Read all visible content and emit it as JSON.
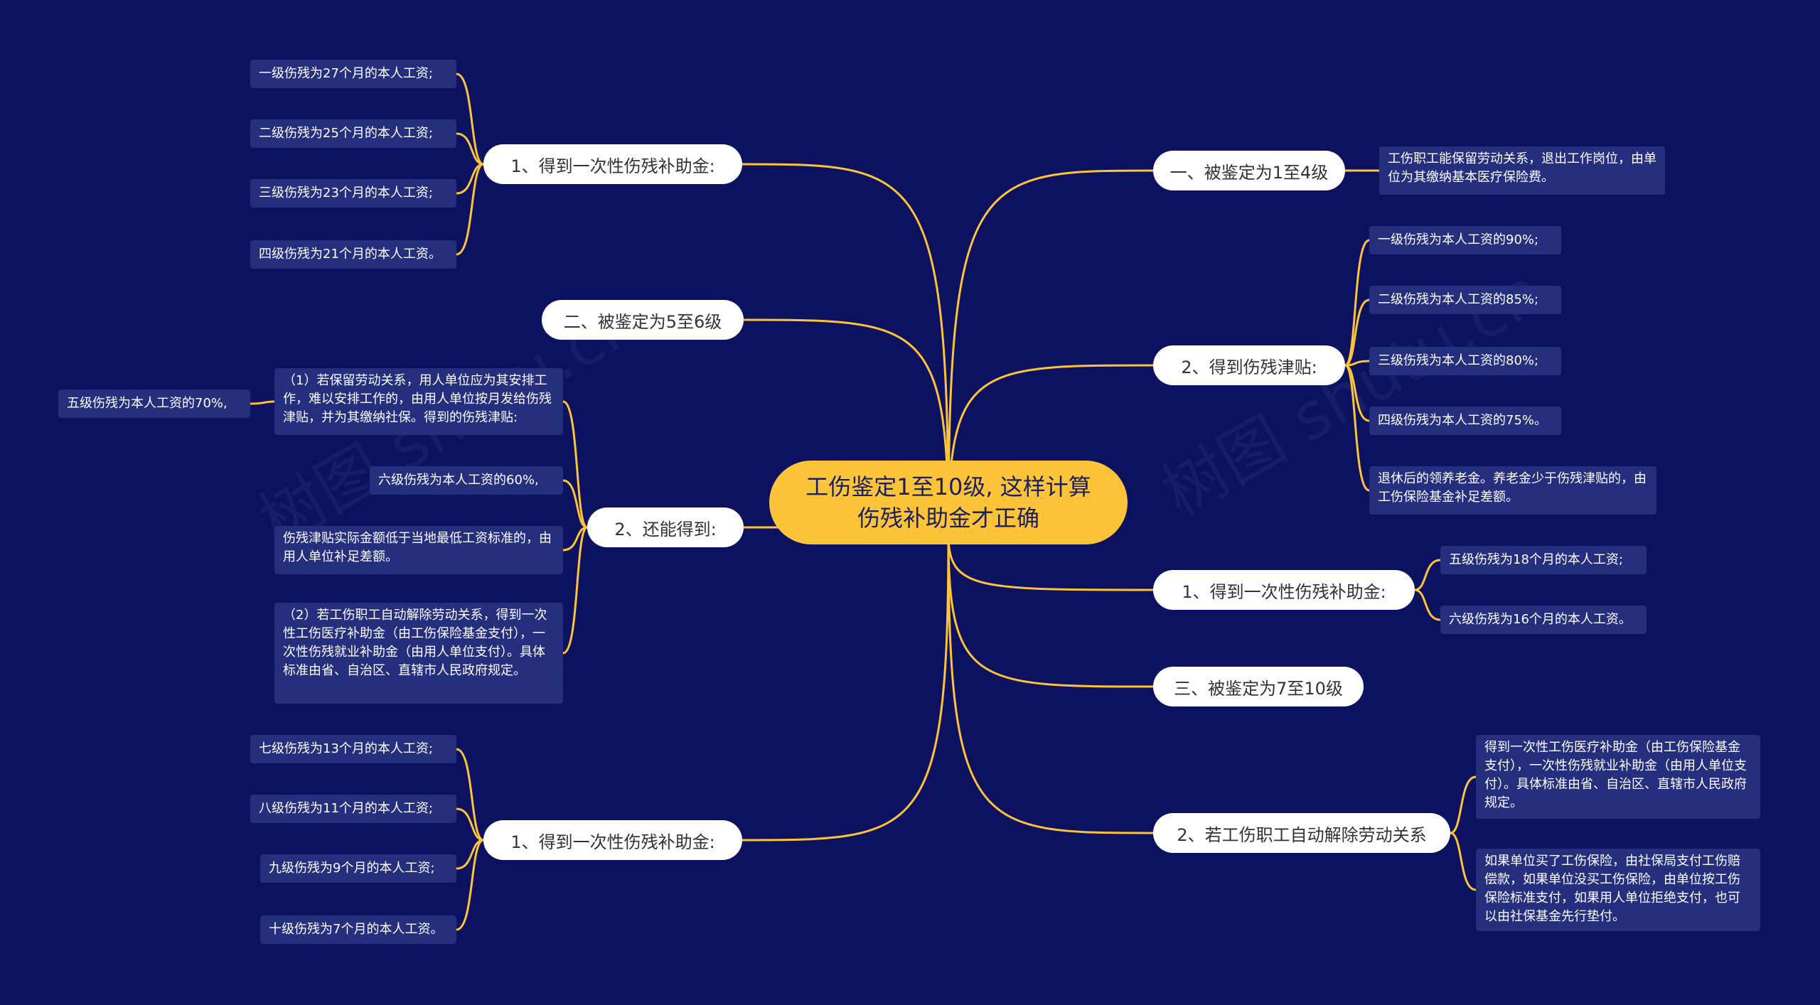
{
  "root": {
    "label": "工伤鉴定1至10级, 这样计算伤残补助金才正确"
  },
  "left": {
    "group1": {
      "label": "1、得到一次性伤残补助金:",
      "items": [
        "一级伤残为27个月的本人工资;",
        "二级伤残为25个月的本人工资;",
        "三级伤残为23个月的本人工资;",
        "四级伤残为21个月的本人工资。"
      ]
    },
    "group2": {
      "label": "二、被鉴定为5至6级"
    },
    "group3": {
      "label": "2、还能得到:",
      "items": [
        "（1）若保留劳动关系，用人单位应为其安排工作，难以安排工作的，由用人单位按月发给伤残津贴，并为其缴纳社保。得到的伤残津贴:",
        "六级伤残为本人工资的60%,",
        "伤残津贴实际金额低于当地最低工资标准的，由用人单位补足差额。",
        "（2）若工伤职工自动解除劳动关系，得到一次性工伤医疗补助金（由工伤保险基金支付），一次性伤残就业补助金（由用人单位支付）。具体标准由省、自治区、直辖市人民政府规定。"
      ],
      "sub": "五级伤残为本人工资的70%,"
    },
    "group4": {
      "label": "1、得到一次性伤残补助金:",
      "items": [
        "七级伤残为13个月的本人工资;",
        "八级伤残为11个月的本人工资;",
        "九级伤残为9个月的本人工资;",
        "十级伤残为7个月的本人工资。"
      ]
    }
  },
  "right": {
    "group1": {
      "label": "一、被鉴定为1至4级",
      "items": [
        "工伤职工能保留劳动关系，退出工作岗位，由单位为其缴纳基本医疗保险费。"
      ]
    },
    "group2": {
      "label": "2、得到伤残津贴:",
      "items": [
        "一级伤残为本人工资的90%;",
        "二级伤残为本人工资的85%;",
        "三级伤残为本人工资的80%;",
        "四级伤残为本人工资的75%。",
        "退休后的领养老金。养老金少于伤残津贴的，由工伤保险基金补足差额。"
      ]
    },
    "group3": {
      "label": "1、得到一次性伤残补助金:",
      "items": [
        "五级伤残为18个月的本人工资;",
        "六级伤残为16个月的本人工资。"
      ]
    },
    "group4": {
      "label": "三、被鉴定为7至10级"
    },
    "group5": {
      "label": "2、若工伤职工自动解除劳动关系",
      "items": [
        "得到一次性工伤医疗补助金（由工伤保险基金支付），一次性伤残就业补助金（由用人单位支付）。具体标准由省、自治区、直辖市人民政府规定。",
        "如果单位买了工伤保险，由社保局支付工伤赔偿款，如果单位没买工伤保险，由单位按工伤保险标准支付，如果用人单位拒绝支付，也可以由社保基金先行垫付。"
      ]
    }
  },
  "watermark": "树图 shutu.cn",
  "colors": {
    "background": "#0c1160",
    "line": "#fdc43a",
    "root": "#fdc43a",
    "leaf": "#252f7e"
  }
}
